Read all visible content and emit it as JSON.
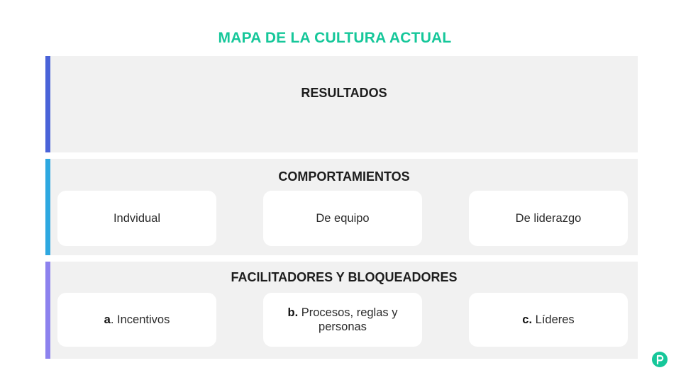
{
  "title": "MAPA DE LA CULTURA ACTUAL",
  "sections": [
    {
      "title": "RESULTADOS",
      "accent_color": "#4a63d8",
      "cards": []
    },
    {
      "title": "COMPORTAMIENTOS",
      "accent_color": "#2ea8e0",
      "cards": [
        {
          "label": "Indvidual"
        },
        {
          "label": "De equipo"
        },
        {
          "label": "De liderazgo"
        }
      ]
    },
    {
      "title": "FACILITADORES Y BLOQUEADORES",
      "accent_color": "#8d82ee",
      "cards": [
        {
          "prefix": "a",
          "label": ". Incentivos"
        },
        {
          "prefix": "b.",
          "label": " Procesos, reglas y personas"
        },
        {
          "prefix": "c.",
          "label": " Líderes"
        }
      ]
    }
  ],
  "colors": {
    "title": "#16c79a",
    "panel": "#f1f1f1",
    "card": "#ffffff"
  },
  "logo_icon": "p-logo-icon"
}
